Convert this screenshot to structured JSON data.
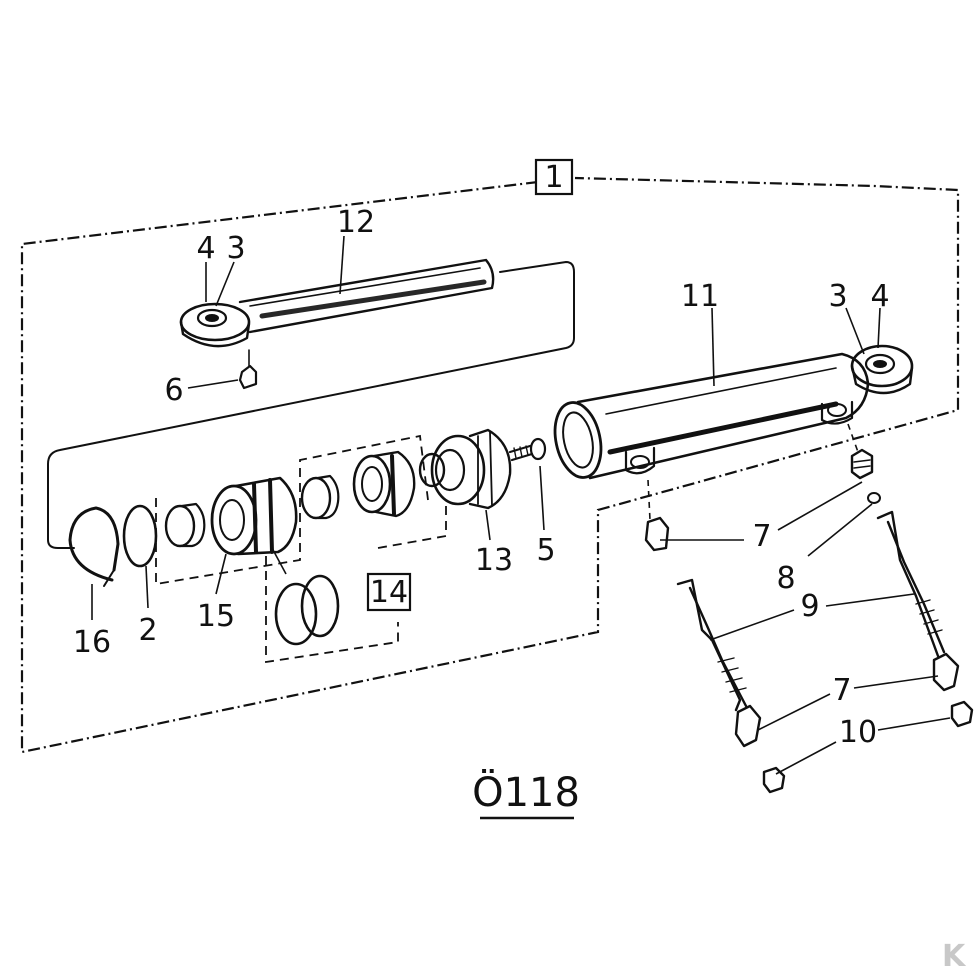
{
  "drawing_code": "Ö118",
  "callouts": {
    "assembly": "1",
    "piston_rod": "12",
    "rod_eye_bearing": "3",
    "rod_eye_ring": "4",
    "rod_grease_nipple": "6",
    "cylinder_tube": "11",
    "tube_eye_bearing": "3",
    "tube_eye_ring": "4",
    "screw": "5",
    "gland": "13",
    "seal_kit": "14",
    "piston": "15",
    "snap_ring": "16",
    "backup_ring": "2",
    "hose_fitting_a": "7",
    "hose_fitting_b": "7",
    "washer": "8",
    "hydraulic_hose": "9",
    "nut": "10"
  },
  "watermark": "K"
}
